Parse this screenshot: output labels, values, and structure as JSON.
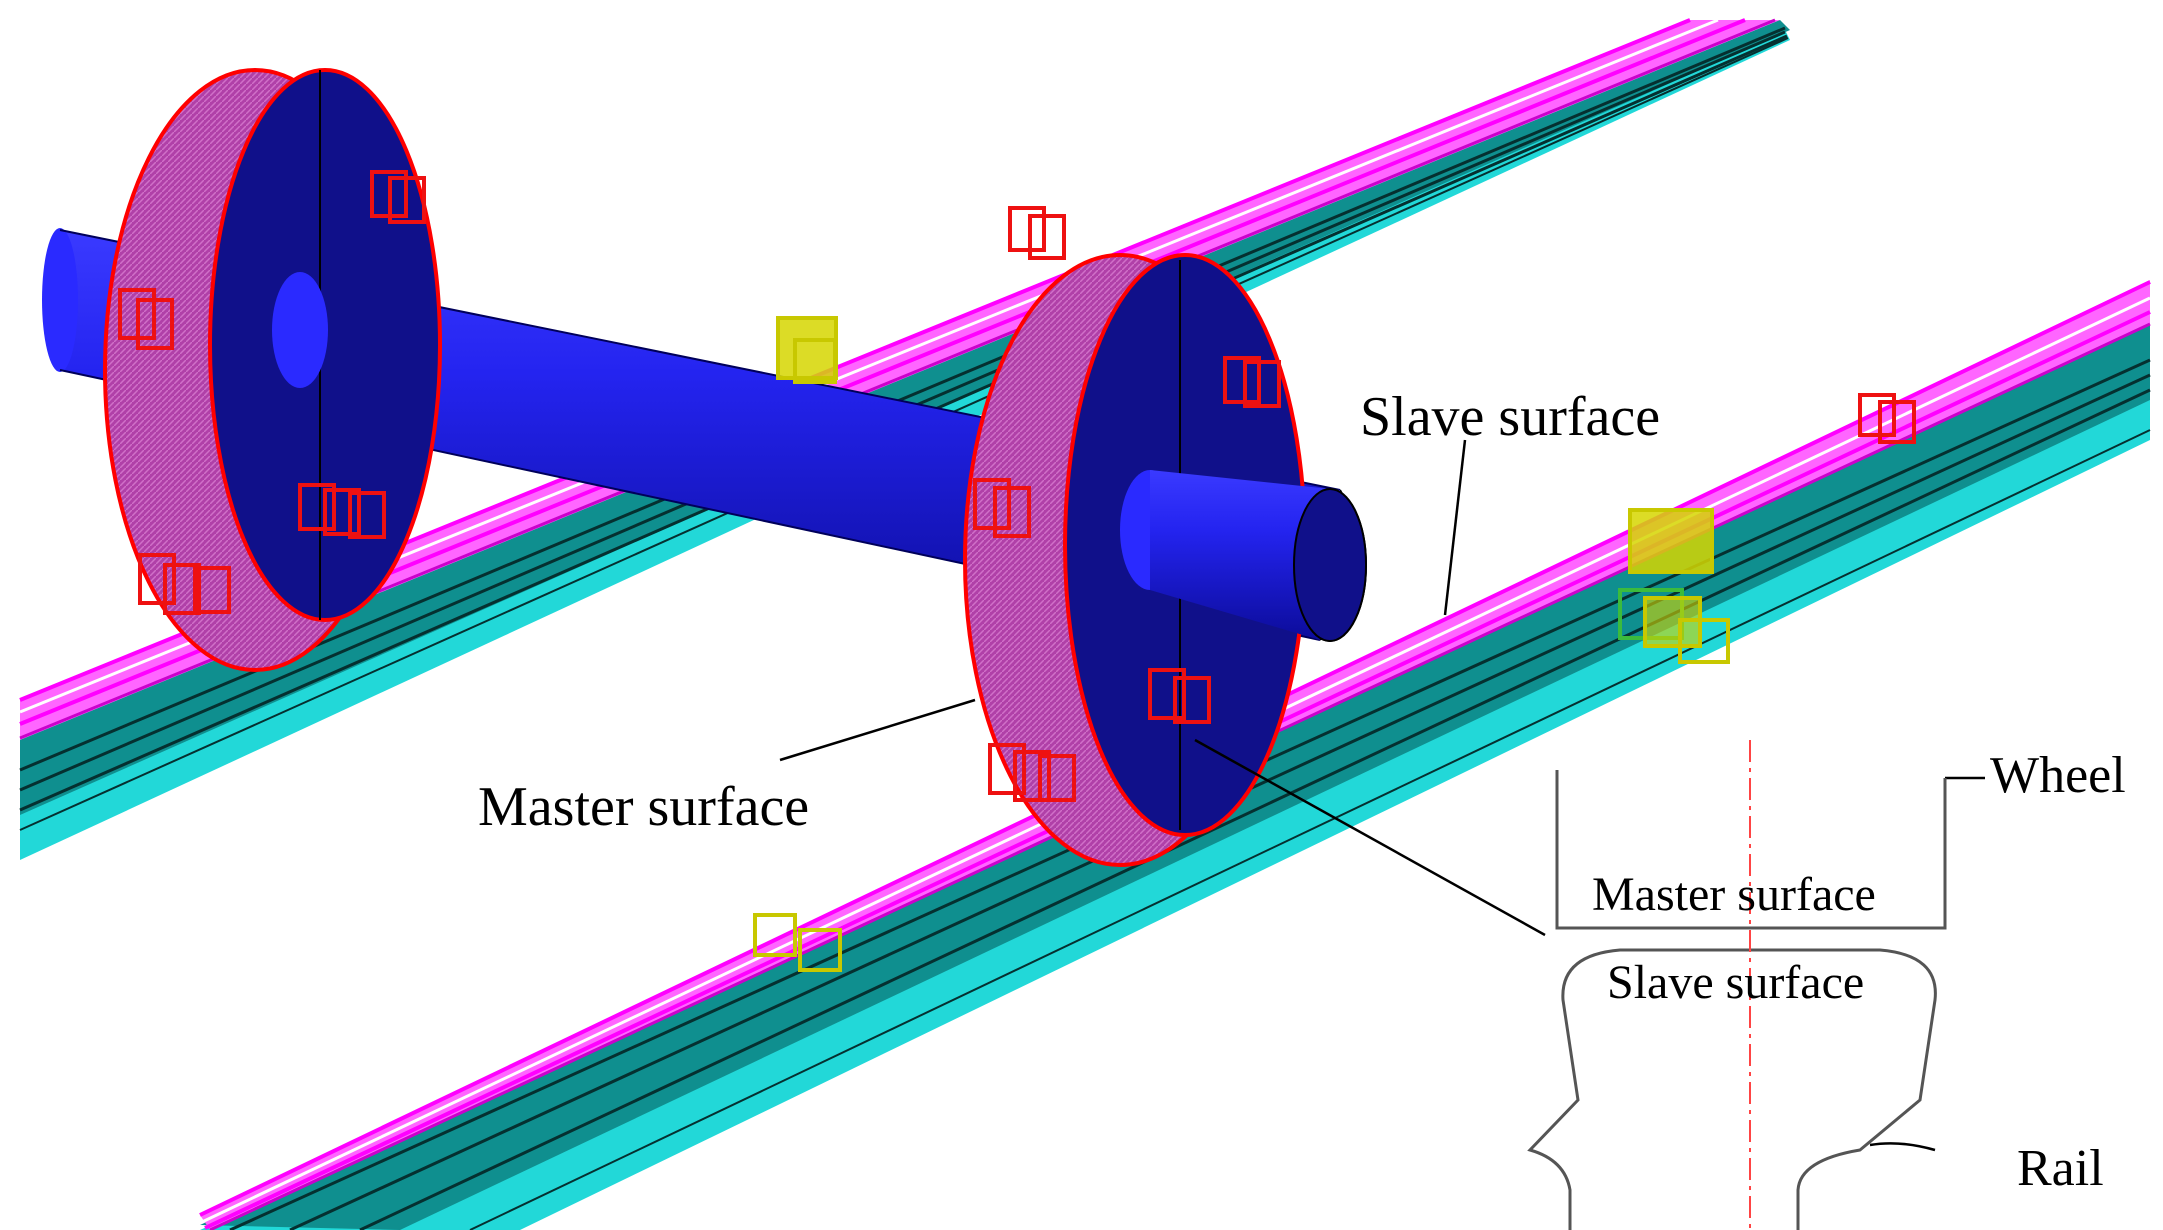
{
  "labels": {
    "slave_surface_top": "Slave surface",
    "master_surface_main": "Master surface",
    "wheel": "Wheel",
    "master_surface_inset": "Master surface",
    "slave_surface_inset": "Slave surface",
    "rail": "Rail"
  },
  "colors": {
    "axle": "#1a1ae6",
    "wheel_face": "#10108a",
    "wheel_tread": "#b040a8",
    "contact_outline": "#ff0000",
    "rail_head": "#ff33ff",
    "rail_web": "#0f8f8f",
    "rail_foot": "#22d8d8",
    "marker_yellow": "#c8c800",
    "marker_red": "#ee1111"
  }
}
